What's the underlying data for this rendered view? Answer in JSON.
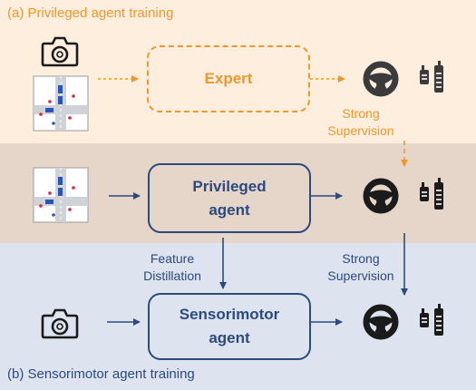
{
  "colors": {
    "band_top": "#fdeede",
    "band_middle": "#e6d6c9",
    "band_bottom": "#dde3ef",
    "orange": "#f1962b",
    "navy": "#2c4a7e",
    "icon_dark": "#1b1b1b",
    "expert_icon": "#3b3b3b"
  },
  "sections": {
    "a_label": "(a) Privileged agent training",
    "b_label": "(b) Sensorimotor agent training"
  },
  "boxes": {
    "expert": "Expert",
    "privileged": "Privileged\nagent",
    "sensorimotor": "Sensorimotor\nagent"
  },
  "labels": {
    "strong_supervision_top": "Strong\nSupervision",
    "feature_distillation": "Feature\nDistillation",
    "strong_supervision_bottom": "Strong\nSupervision"
  },
  "icons": {
    "camera": "camera-icon",
    "bev_map": "map-icon",
    "steering": "steering-wheel-icon",
    "pedals": "pedals-icon"
  }
}
